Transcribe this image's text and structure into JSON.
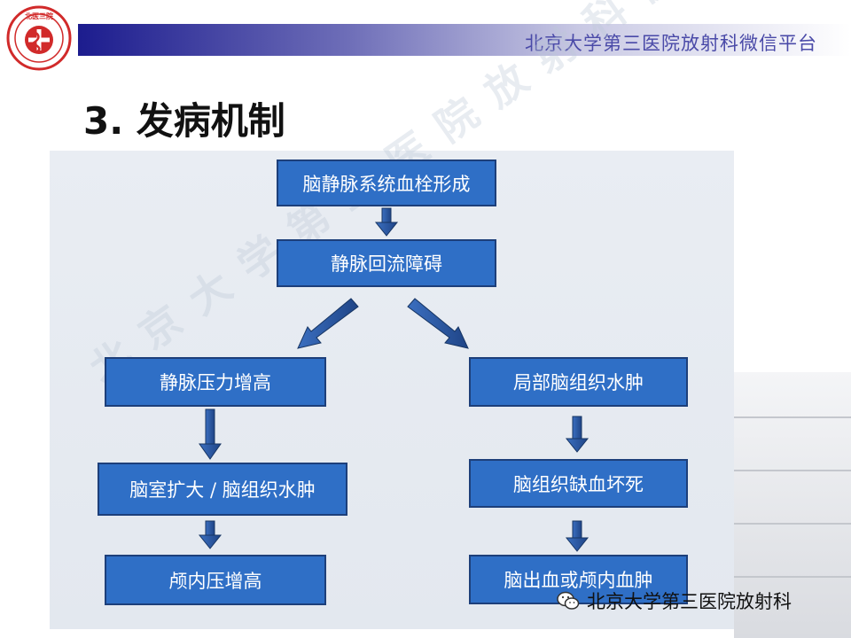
{
  "header": {
    "platform_text": "北京大学第三医院放射科微信平台"
  },
  "logo": {
    "text": "北医三院"
  },
  "slide": {
    "title": "3. 发病机制"
  },
  "watermark": {
    "text": "北京大学第三医院放射科微信平台"
  },
  "diagram": {
    "nodes": {
      "n1": "脑静脉系统血栓形成",
      "n2": "静脉回流障碍",
      "n3": "静脉压力增高",
      "n4": "局部脑组织水肿",
      "n5": "脑室扩大 / 脑组织水肿",
      "n6": "脑组织缺血坏死",
      "n7": "颅内压增高",
      "n8": "脑出血或颅内血肿"
    }
  },
  "footer": {
    "wechat_caption": "北京大学第三医院放射科"
  },
  "colors": {
    "box_fill": "#2f6fc6",
    "box_border": "#1d3f7a",
    "header_dark": "#1c1c8e",
    "header_text": "#4a4aa8"
  }
}
